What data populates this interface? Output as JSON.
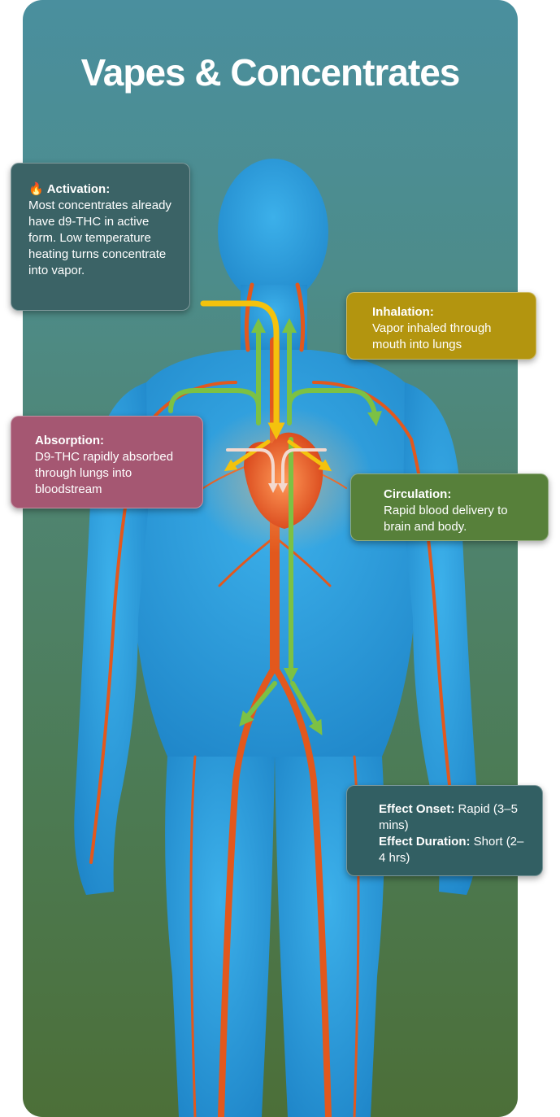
{
  "title": "Vapes & Concentrates",
  "colors": {
    "activation": "#3b6366",
    "inhalation": "#b3950f",
    "absorption": "#a55772",
    "circulation": "#57803a",
    "effect": "#325f63",
    "arrow_yellow": "#f4c20d",
    "arrow_green": "#7cc144",
    "vessel": "#e2581d",
    "body": "#2d9fe0"
  },
  "activation": {
    "icon": "fire-icon",
    "heading": "Activation:",
    "text": "Most concentrates already have d9-THC in active form. Low temperature heating turns concentrate into vapor."
  },
  "inhalation": {
    "heading": "Inhalation:",
    "text": "Vapor inhaled through mouth into lungs"
  },
  "absorption": {
    "heading": "Absorption:",
    "text": "D9-THC rapidly absorbed through lungs into bloodstream"
  },
  "circulation": {
    "heading": "Circulation:",
    "text": "Rapid blood delivery to brain and body."
  },
  "effect": {
    "onset_label": "Effect Onset:",
    "onset_value": "Rapid (3–5 mins)",
    "duration_label": "Effect Duration:",
    "duration_value": "Short (2–4 hrs)"
  }
}
